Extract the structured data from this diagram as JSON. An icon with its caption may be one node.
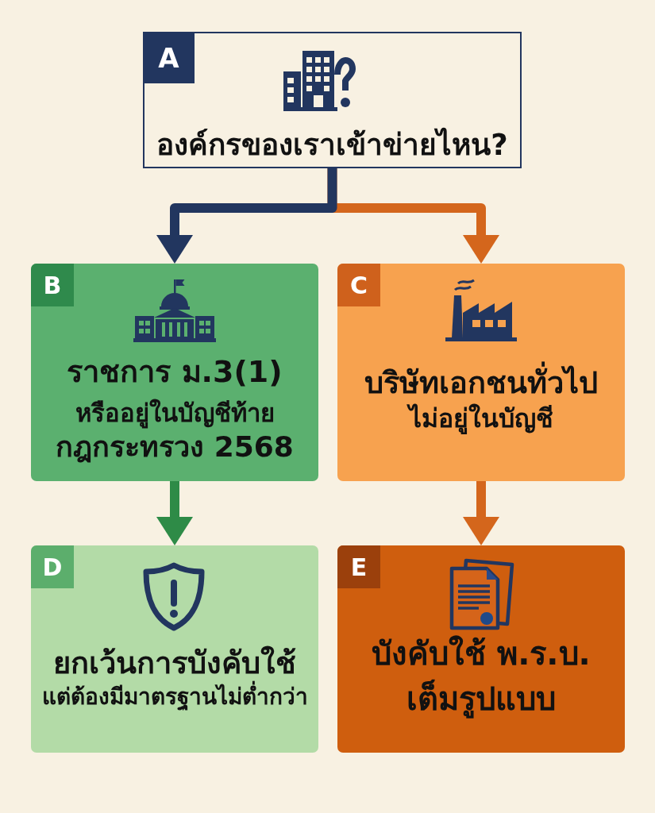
{
  "diagram": {
    "nodes": [
      {
        "text": [
          "A",
          "องค์กรของเราเข้าข่ายไหน?"
        ]
      },
      {
        "text": [
          "B",
          "ราชการ ม.3(1)",
          "หรืออยู่ในบัญชีท้าย",
          "กฎกระทรวง 2568"
        ]
      },
      {
        "text": [
          "C",
          "บริษัทเอกชนทั่วไป",
          "ไม่อยู่ในบัญชี"
        ]
      },
      {
        "text": [
          "D",
          "ยกเว้นการบังคับใช้",
          "แต่ต้องมีมาตรฐานไม่ต่ำกว่า"
        ]
      },
      {
        "text": [
          "E",
          "บังคับใช้ พ.ร.บ. เต็มรูปแบบ"
        ]
      }
    ],
    "edges": [
      {
        "from": 0,
        "to": 1,
        "arrow": "to",
        "color": "#22365f"
      },
      {
        "from": 0,
        "to": 2,
        "arrow": "to"
      },
      {
        "from": 1,
        "to": 3,
        "arrow": "to",
        "color": "#2e8b47"
      },
      {
        "from": 2,
        "to": 4,
        "arrow": "to"
      }
    ]
  }
}
